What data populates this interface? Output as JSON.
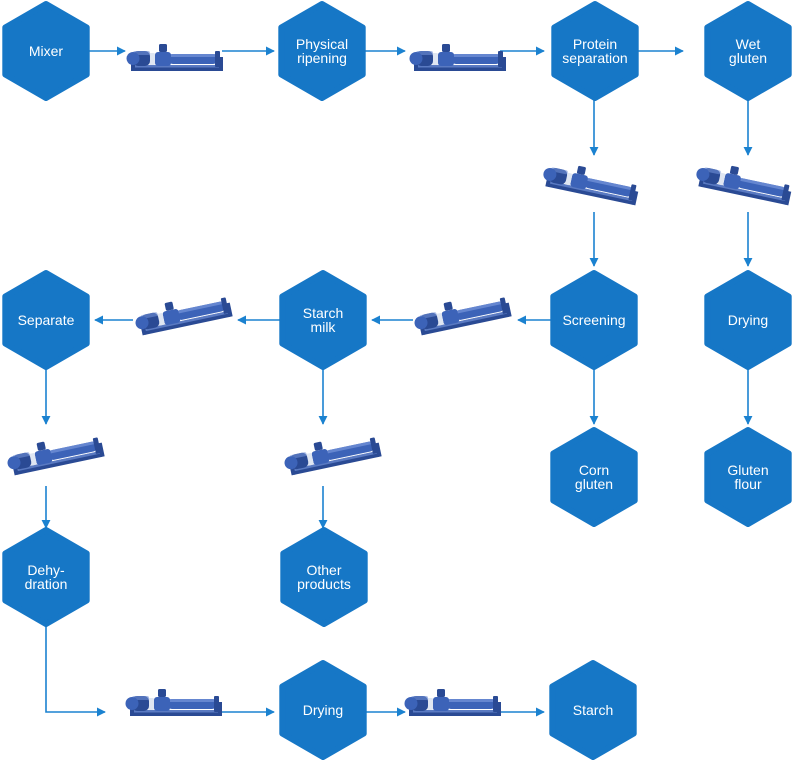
{
  "colors": {
    "hexagon": "#1677c6",
    "arrow": "#1b82d0",
    "pump_body": "#3c63b8",
    "pump_dark": "#2a4a94",
    "pump_light": "#6f8fd6",
    "pump_band": "#dfe6f2"
  },
  "icons": {
    "pump": "screw-pump-icon",
    "arrow": "arrow-head-icon"
  },
  "nodes": {
    "mixer": {
      "lines": [
        "Mixer"
      ]
    },
    "physical_ripening": {
      "lines": [
        "Physical",
        "ripening"
      ]
    },
    "protein_separation": {
      "lines": [
        "Protein",
        "separation"
      ]
    },
    "wet_gluten": {
      "lines": [
        "Wet",
        "gluten"
      ]
    },
    "screening": {
      "lines": [
        "Screening"
      ]
    },
    "drying_gluten": {
      "lines": [
        "Drying"
      ]
    },
    "corn_gluten": {
      "lines": [
        "Corn",
        "gluten"
      ]
    },
    "gluten_flour": {
      "lines": [
        "Gluten",
        "flour"
      ]
    },
    "starch_milk": {
      "lines": [
        "Starch",
        "milk"
      ]
    },
    "separate": {
      "lines": [
        "Separate"
      ]
    },
    "other_products": {
      "lines": [
        "Other",
        "products"
      ]
    },
    "dehydration": {
      "lines": [
        "Dehy-",
        "dration"
      ]
    },
    "drying_starch": {
      "lines": [
        "Drying"
      ]
    },
    "starch": {
      "lines": [
        "Starch"
      ]
    }
  }
}
